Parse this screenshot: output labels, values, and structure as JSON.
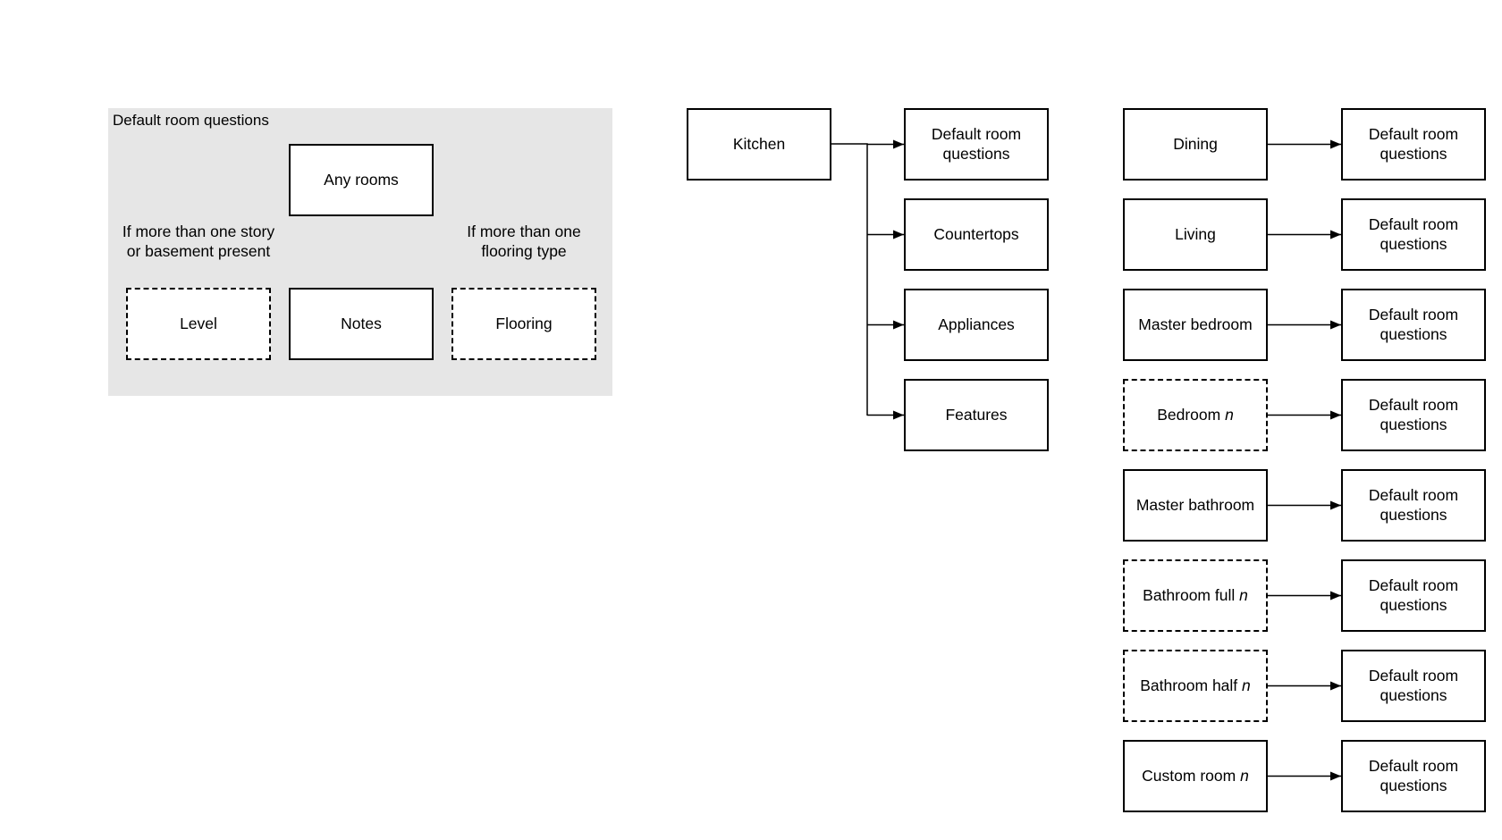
{
  "group": {
    "title": "Default room questions",
    "root": "Any rooms",
    "children": [
      {
        "label": "Level",
        "optional": true,
        "condition": [
          "If more than one story",
          "or basement present"
        ]
      },
      {
        "label": "Notes",
        "optional": false,
        "condition": []
      },
      {
        "label": "Flooring",
        "optional": true,
        "condition": [
          "If more than one",
          "flooring type"
        ]
      }
    ]
  },
  "kitchen": {
    "label": "Kitchen",
    "children": [
      [
        "Default room",
        "questions"
      ],
      [
        "Countertops"
      ],
      [
        "Appliances"
      ],
      [
        "Features"
      ]
    ]
  },
  "rooms": [
    {
      "name": "Dining",
      "optional": false,
      "target": [
        "Default room",
        "questions"
      ]
    },
    {
      "name": "Living",
      "optional": false,
      "target": [
        "Default room",
        "questions"
      ]
    },
    {
      "name": "Master bedroom",
      "optional": false,
      "target": [
        "Default room",
        "questions"
      ]
    },
    {
      "name": "Bedroom",
      "var": "n",
      "optional": true,
      "target": [
        "Default room",
        "questions"
      ]
    },
    {
      "name": "Master bathroom",
      "optional": false,
      "target": [
        "Default room",
        "questions"
      ]
    },
    {
      "name": "Bathroom full",
      "var": "n",
      "optional": true,
      "target": [
        "Default room",
        "questions"
      ]
    },
    {
      "name": "Bathroom half",
      "var": "n",
      "optional": true,
      "target": [
        "Default room",
        "questions"
      ]
    },
    {
      "name": "Custom room",
      "var": "n",
      "optional": false,
      "target": [
        "Default room",
        "questions"
      ]
    }
  ],
  "colors": {
    "panel": "#e6e6e6",
    "line": "#000000",
    "node_fill": "#ffffff"
  }
}
